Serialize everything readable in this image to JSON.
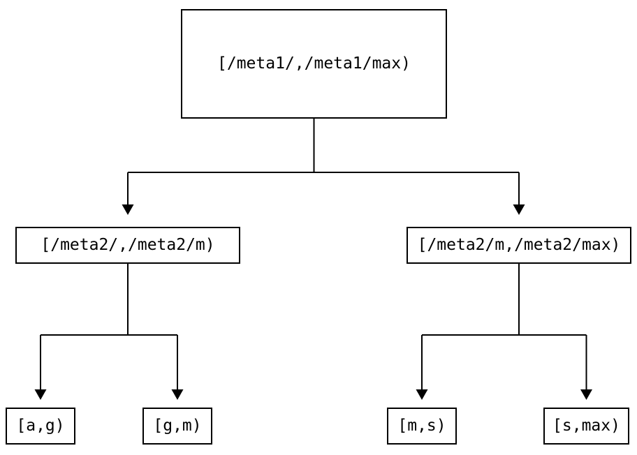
{
  "diagram": {
    "type": "binary-interval-tree",
    "colors": {
      "background": "#ffffff",
      "line": "#000000",
      "node_border": "#000000",
      "node_fill": "#ffffff",
      "text": "#000000"
    }
  },
  "nodes": {
    "root": {
      "label": "[/meta1/,/meta1/max)"
    },
    "left": {
      "label": "[/meta2/,/meta2/m)"
    },
    "right": {
      "label": "[/meta2/m,/meta2/max)"
    },
    "leaf_ag": {
      "label": "[a,g)"
    },
    "leaf_gm": {
      "label": "[g,m)"
    },
    "leaf_ms": {
      "label": "[m,s)"
    },
    "leaf_smax": {
      "label": "[s,max)"
    }
  },
  "edges": [
    {
      "from": "root",
      "to": "left"
    },
    {
      "from": "root",
      "to": "right"
    },
    {
      "from": "left",
      "to": "leaf_ag"
    },
    {
      "from": "left",
      "to": "leaf_gm"
    },
    {
      "from": "right",
      "to": "leaf_ms"
    },
    {
      "from": "right",
      "to": "leaf_smax"
    }
  ]
}
